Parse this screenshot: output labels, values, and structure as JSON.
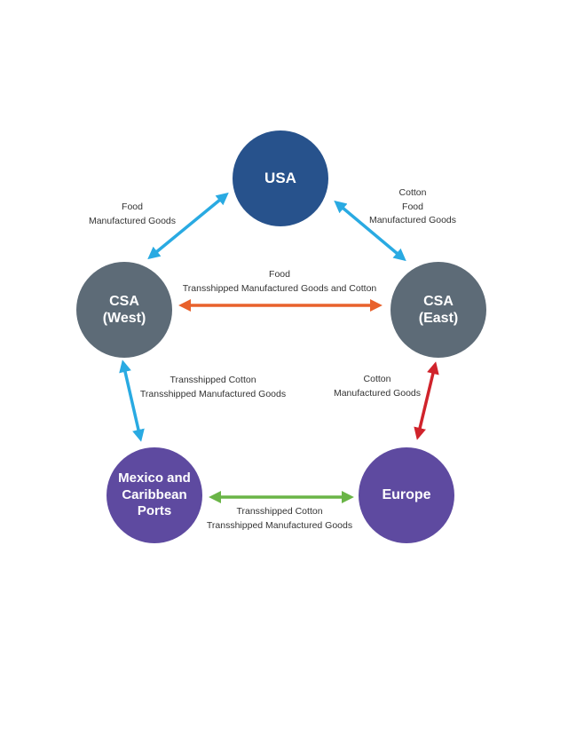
{
  "nodes": {
    "usa": {
      "lines": [
        "USA"
      ],
      "color": "#27528c"
    },
    "csa_west": {
      "lines": [
        "CSA",
        "(West)"
      ],
      "color": "#5d6b77"
    },
    "csa_east": {
      "lines": [
        "CSA",
        "(East)"
      ],
      "color": "#5d6b77"
    },
    "mexico": {
      "lines": [
        "Mexico and",
        "Caribbean",
        "Ports"
      ],
      "color": "#5e4aa0"
    },
    "europe": {
      "lines": [
        "Europe"
      ],
      "color": "#5e4aa0"
    }
  },
  "flows": {
    "usa_west": {
      "lines": [
        "Food",
        "Manufactured Goods"
      ],
      "color": "#29aae2"
    },
    "usa_east": {
      "lines": [
        "Cotton",
        "Food",
        "Manufactured Goods"
      ],
      "color": "#29aae2"
    },
    "west_east": {
      "lines": [
        "Food",
        "Transshipped Manufactured Goods and Cotton"
      ],
      "color": "#e8612c"
    },
    "west_mexico": {
      "lines": [
        "Transshipped Cotton",
        "Transshipped Manufactured Goods"
      ],
      "color": "#29aae2"
    },
    "east_europe": {
      "lines": [
        "Cotton",
        "Manufactured Goods"
      ],
      "color": "#d0232b"
    },
    "mexico_europe": {
      "lines": [
        "Transshipped Cotton",
        "Transshipped Manufactured Goods"
      ],
      "color": "#6ab547"
    }
  }
}
